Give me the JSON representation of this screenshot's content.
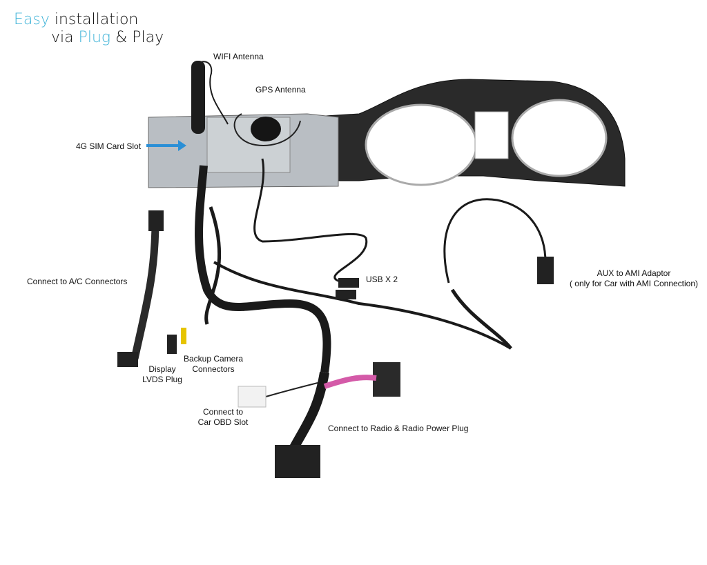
{
  "title": {
    "line1_accent": "Easy",
    "line1_rest": " installation",
    "line2_start": "via ",
    "line2_accent": "Plug",
    "line2_rest": " & Play",
    "accent_color": "#3fb3d8"
  },
  "labels": {
    "wifi": "WIFI Antenna",
    "gps": "GPS Antenna",
    "sim": "4G SIM Card Slot",
    "ac": "Connect to A/C Connectors",
    "usb": "USB X 2",
    "aux_line1": "AUX to AMI Adaptor",
    "aux_line2": "( only for Car with AMI Connection)",
    "display_line1": "Display",
    "display_line2": "LVDS Plug",
    "camera_line1": "Backup Camera",
    "camera_line2": "Connectors",
    "obd_line1": "Connect to",
    "obd_line2": "Car OBD Slot",
    "radio": "Connect to Radio & Radio Power Plug"
  },
  "arrow_color": "#2a8fd6"
}
